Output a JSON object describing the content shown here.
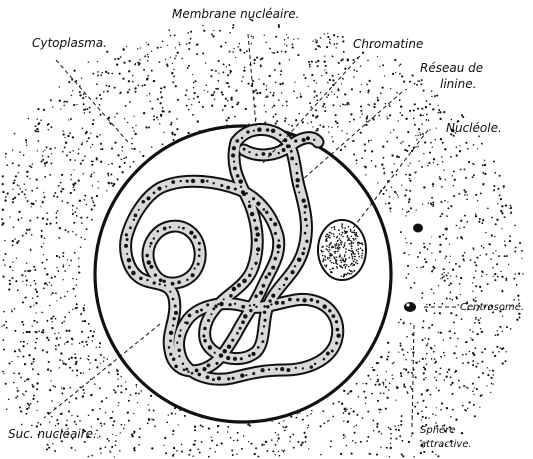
{
  "labels": {
    "membrane": "Membrane nucléaire.",
    "cytoplasma": "Cytoplasma.",
    "chromatine": "Chromatine",
    "reseau_line1": "Réseau de",
    "reseau_line2": "linine.",
    "nucleole": "Nucléole.",
    "centrosome": "Centrosome.",
    "suc": "Suc. nucléaire.",
    "sphere_line1": "Sphère",
    "sphere_line2": "attractive."
  },
  "colors": {
    "ink": "#111111",
    "paper": "#ffffff"
  }
}
